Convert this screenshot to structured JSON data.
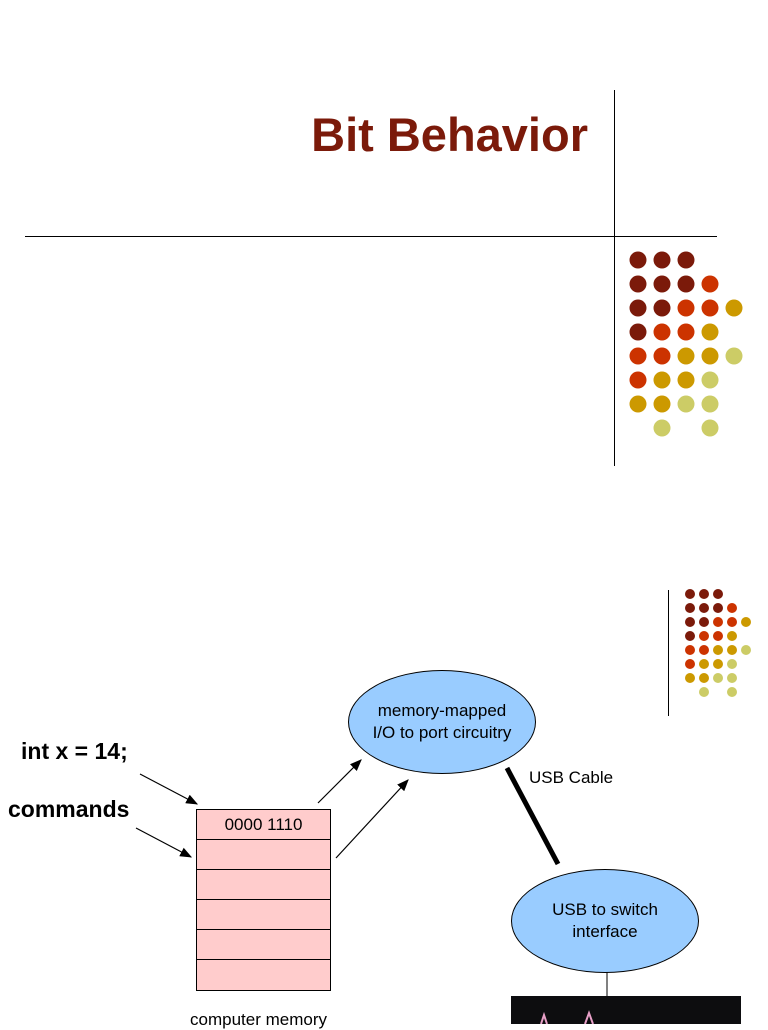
{
  "slide1": {
    "title": "Bit Behavior"
  },
  "slide2": {
    "code_label": "int x = 14;",
    "commands_label": "commands",
    "memory": {
      "cells": [
        "0000 1110",
        "",
        "",
        "",
        "",
        ""
      ],
      "caption": "computer memory"
    },
    "io_bubble": "memory-mapped I/O to port circuitry",
    "cable_label": "USB Cable",
    "usb_bubble": "USB to switch interface"
  },
  "colors": {
    "title": "#7b1a0a",
    "dot_dark": "#7b1a0a",
    "dot_orange": "#cc3300",
    "dot_gold": "#cc9900",
    "dot_pale": "#cccc66",
    "memory_fill": "#ffcccc",
    "bubble_fill": "#99ccff"
  },
  "dot_grid_large": [
    [
      "dark",
      "dark",
      "dark",
      "",
      "",
      ""
    ],
    [
      "dark",
      "dark",
      "dark",
      "orange",
      "",
      ""
    ],
    [
      "dark",
      "dark",
      "orange",
      "orange",
      "gold",
      ""
    ],
    [
      "dark",
      "orange",
      "orange",
      "gold",
      "",
      ""
    ],
    [
      "orange",
      "orange",
      "gold",
      "gold",
      "pale",
      ""
    ],
    [
      "orange",
      "gold",
      "gold",
      "pale",
      "",
      ""
    ],
    [
      "gold",
      "gold",
      "pale",
      "pale",
      "",
      ""
    ],
    [
      "",
      "pale",
      "",
      "pale",
      "",
      ""
    ]
  ],
  "dot_grid_small": [
    [
      "dark",
      "dark",
      "dark",
      "",
      "",
      ""
    ],
    [
      "dark",
      "dark",
      "dark",
      "orange",
      "",
      ""
    ],
    [
      "dark",
      "dark",
      "orange",
      "orange",
      "gold",
      ""
    ],
    [
      "dark",
      "orange",
      "orange",
      "gold",
      "",
      ""
    ],
    [
      "orange",
      "orange",
      "gold",
      "gold",
      "pale",
      ""
    ],
    [
      "orange",
      "gold",
      "gold",
      "pale",
      "",
      ""
    ],
    [
      "gold",
      "gold",
      "pale",
      "pale",
      "",
      ""
    ],
    [
      "",
      "pale",
      "",
      "pale",
      "",
      ""
    ]
  ]
}
